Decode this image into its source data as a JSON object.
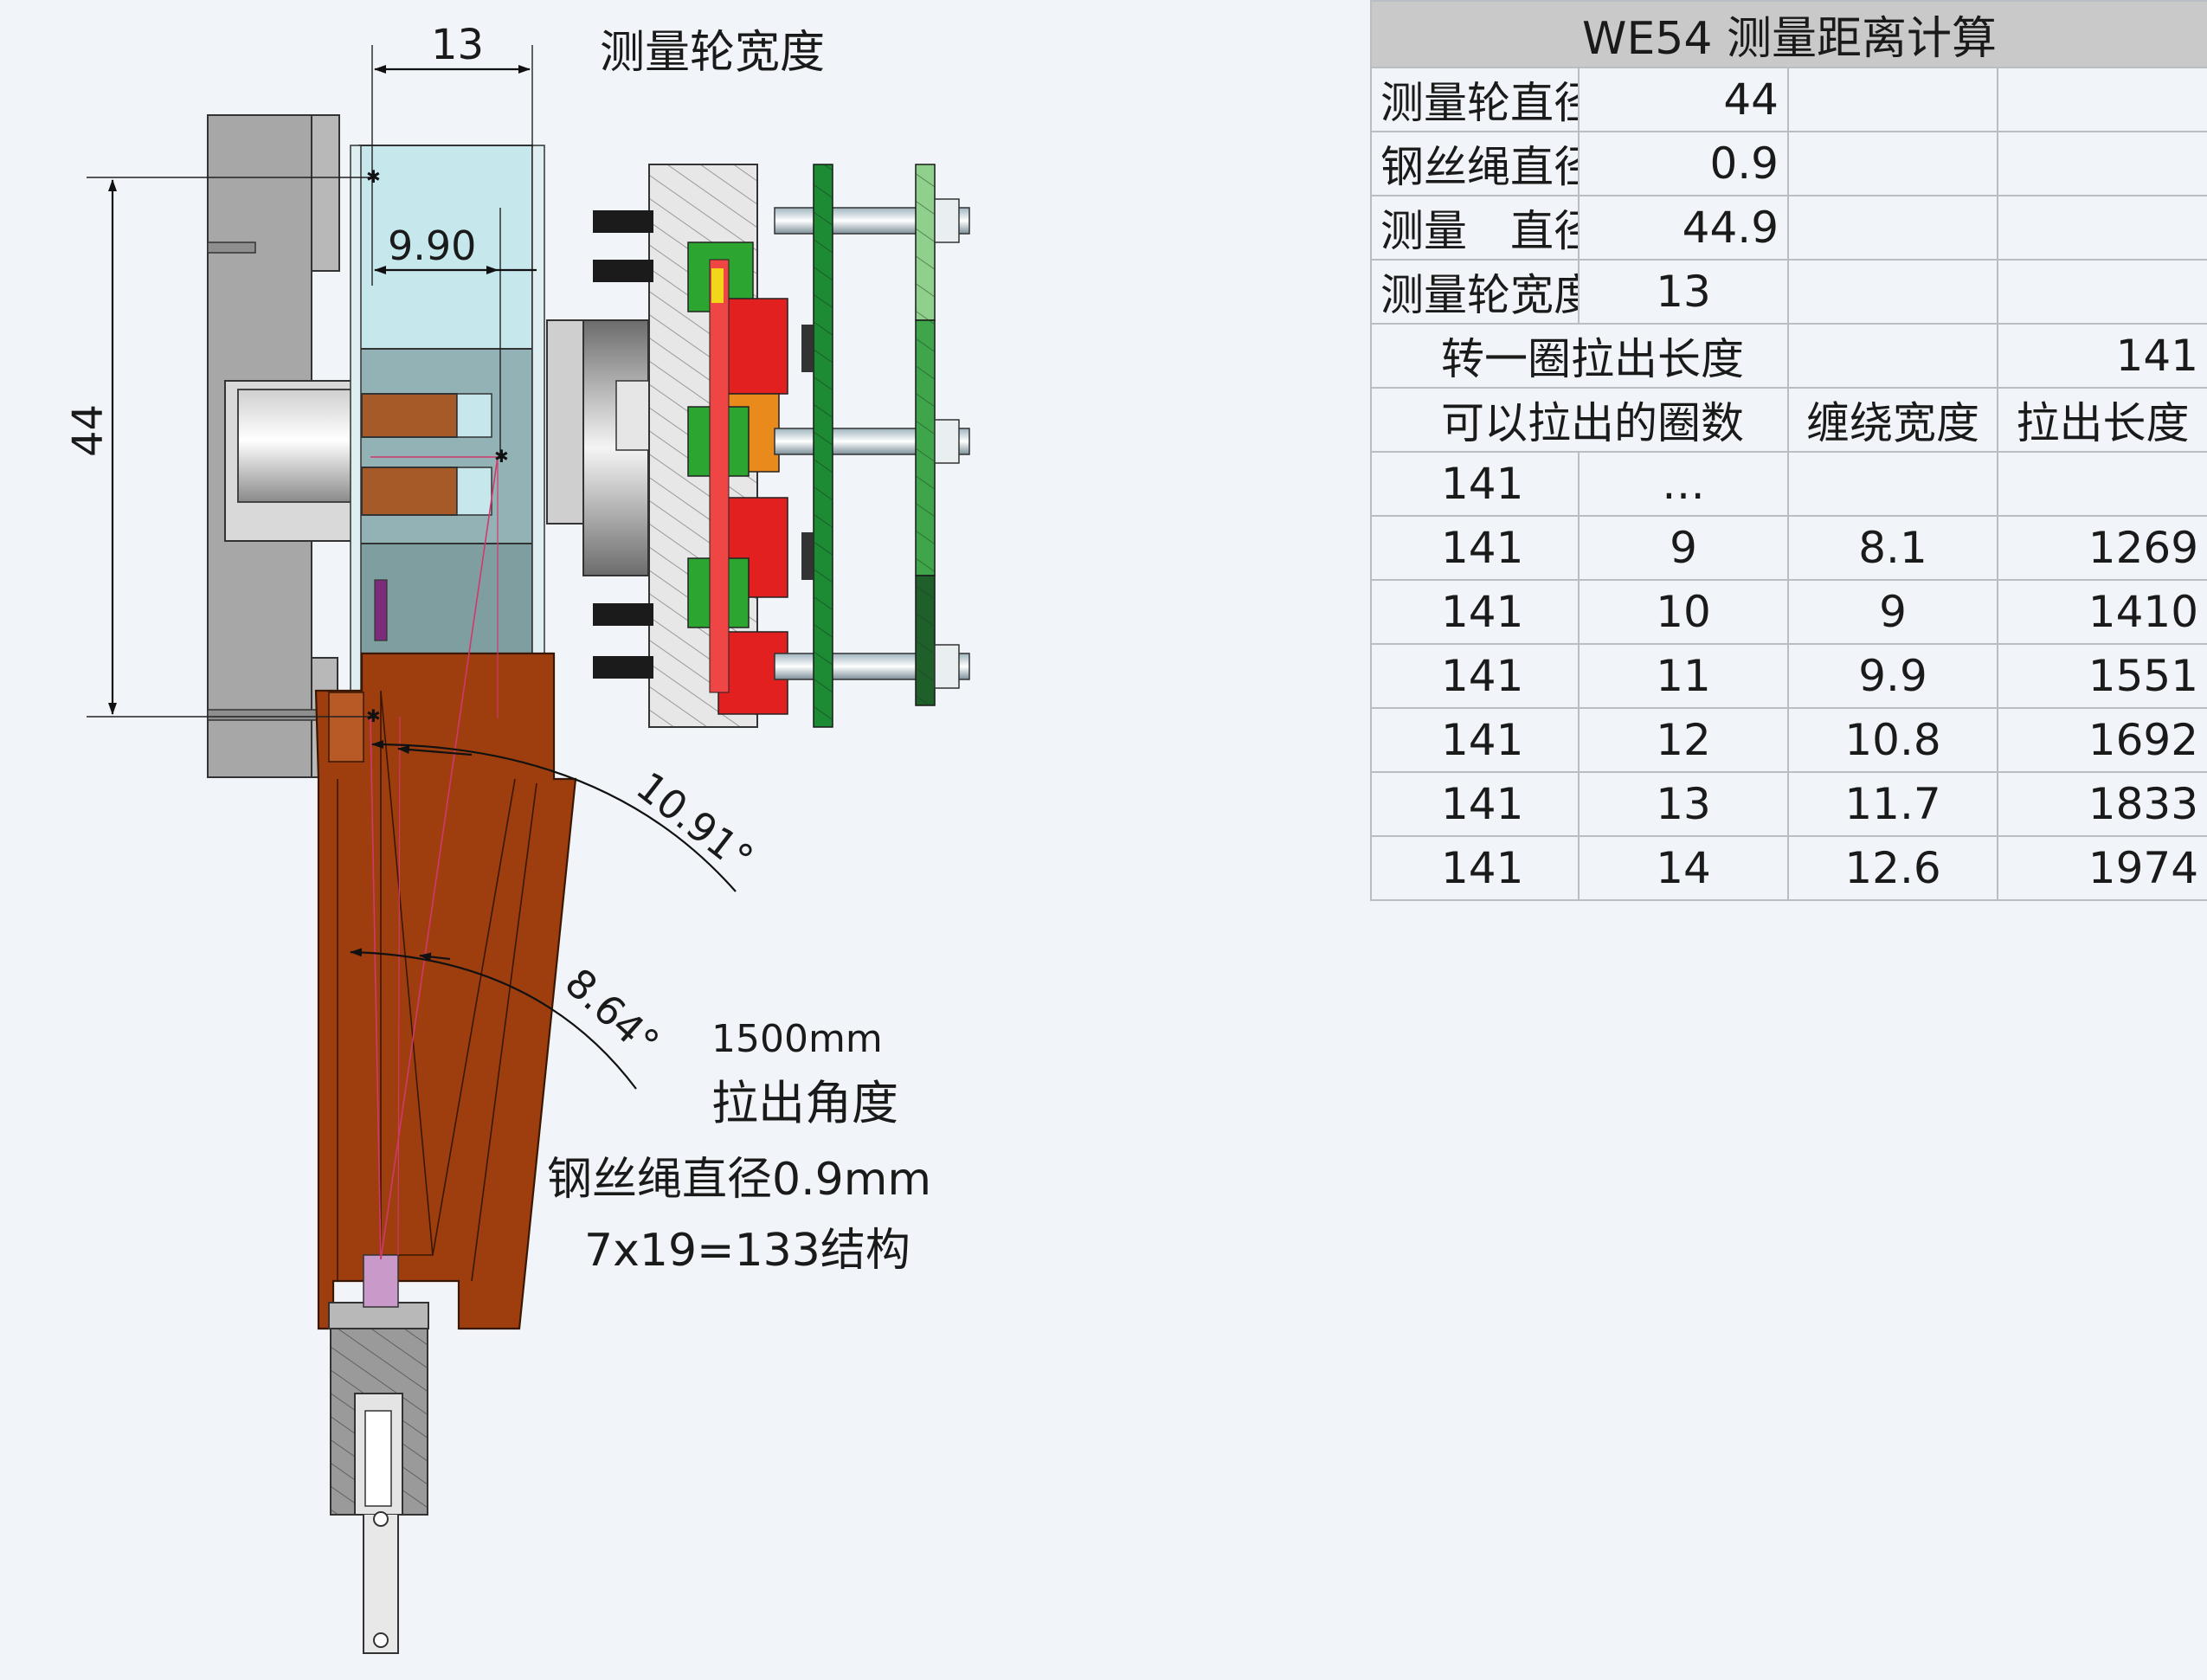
{
  "drawing": {
    "dims": {
      "width": "13",
      "height": "44",
      "inner": "9.90",
      "angle1": "10.91°",
      "angle2": "8.64°"
    },
    "labels": {
      "wheel_width": "测量轮宽度",
      "pull_length": "1500mm",
      "pull_angle": "拉出角度",
      "rope_diameter": "钢丝绳直径0.9mm",
      "structure": "7x19=133结构"
    },
    "colors": {
      "housing": "#a7a7a7",
      "wheel": "#bfe2e6",
      "wheel_dark": "#93b2b5",
      "guide": "#9e3e0f",
      "gear_red": "#e1201f",
      "pcb_green": "#1d8a34",
      "pcb_light": "#8fd08c"
    }
  },
  "table": {
    "title": "WE54 测量距离计算",
    "params": [
      {
        "label": "测量轮直径",
        "value": "44"
      },
      {
        "label": "钢丝绳直径",
        "value": "0.9"
      },
      {
        "label": "测量　直径",
        "value": "44.9"
      },
      {
        "label": "测量轮宽度",
        "value": "13"
      }
    ],
    "per_turn": {
      "label": "转一圈拉出长度",
      "value": "141"
    },
    "headers": {
      "turns": "可以拉出的圈数",
      "wind_width": "缠绕宽度",
      "pull_length": "拉出长度"
    },
    "rows": [
      {
        "c1": "141",
        "c2": "…",
        "c3": "",
        "c4": ""
      },
      {
        "c1": "141",
        "c2": "9",
        "c3": "8.1",
        "c4": "1269"
      },
      {
        "c1": "141",
        "c2": "10",
        "c3": "9",
        "c4": "1410"
      },
      {
        "c1": "141",
        "c2": "11",
        "c3": "9.9",
        "c4": "1551"
      },
      {
        "c1": "141",
        "c2": "12",
        "c3": "10.8",
        "c4": "1692"
      },
      {
        "c1": "141",
        "c2": "13",
        "c3": "11.7",
        "c4": "1833"
      },
      {
        "c1": "141",
        "c2": "14",
        "c3": "12.6",
        "c4": "1974"
      }
    ]
  }
}
